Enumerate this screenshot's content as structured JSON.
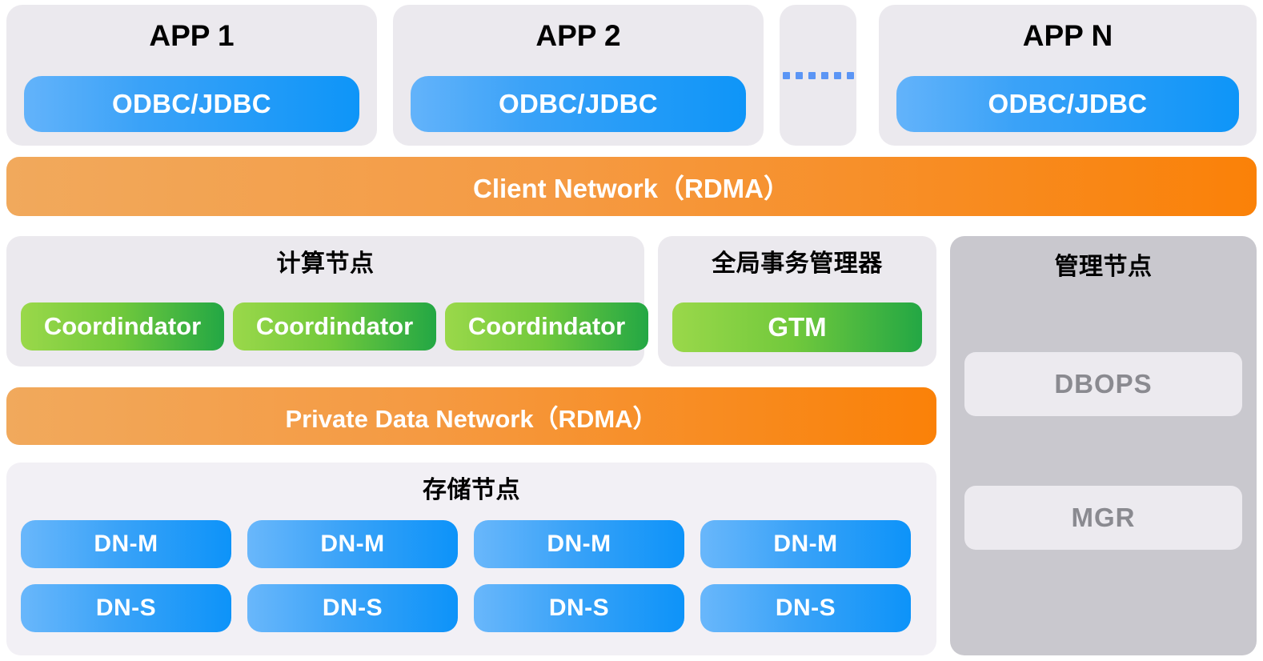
{
  "apps": {
    "items": [
      {
        "title": "APP 1",
        "connector": "ODBC/JDBC"
      },
      {
        "title": "APP 2",
        "connector": "ODBC/JDBC"
      },
      {
        "title": "APP N",
        "connector": "ODBC/JDBC"
      }
    ],
    "ellipsis_dots": 6
  },
  "networks": {
    "client": "Client Network（RDMA）",
    "private": "Private Data Network（RDMA）"
  },
  "compute": {
    "title": "计算节点",
    "nodes": [
      "Coordindator",
      "Coordindator",
      "Coordindator"
    ]
  },
  "gtm": {
    "title": "全局事务管理器",
    "node": "GTM"
  },
  "storage": {
    "title": "存储节点",
    "columns": [
      {
        "master": "DN-M",
        "slave": "DN-S"
      },
      {
        "master": "DN-M",
        "slave": "DN-S"
      },
      {
        "master": "DN-M",
        "slave": "DN-S"
      },
      {
        "master": "DN-M",
        "slave": "DN-S"
      }
    ]
  },
  "management": {
    "title": "管理节点",
    "items": [
      "DBOPS",
      "MGR"
    ]
  },
  "colors": {
    "panel_gray": "#ebe9ee",
    "panel_light": "#f2f0f5",
    "panel_dark": "#c9c8ce",
    "network_orange_start": "#f1a95c",
    "network_orange_end": "#fa8108",
    "blue_start": "#63b3fa",
    "blue_end": "#0e95f8",
    "green_start": "#9ad84a",
    "green_end": "#23a744",
    "dot_blue": "#5b95f5",
    "mgmt_text": "#8a8a90"
  }
}
